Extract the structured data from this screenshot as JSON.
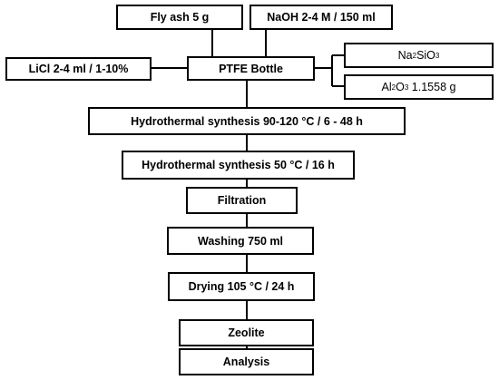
{
  "nodes": {
    "fly_ash": "Fly ash 5 g",
    "naoh": "NaOH 2-4 M / 150 ml",
    "licl": "LiCl 2-4 ml / 1-10%",
    "ptfe": "PTFE Bottle",
    "na2sio3": {
      "a": "Na",
      "s1": "2",
      "b": "SiO",
      "s2": "3"
    },
    "al2o3": {
      "a": "Al",
      "s1": "2",
      "b": "O",
      "s2": "3",
      "c": " 1.1558 g"
    },
    "hydro1": "Hydrothermal synthesis 90-120 °C / 6 - 48 h",
    "hydro2": "Hydrothermal synthesis 50 °C / 16 h",
    "filtration": "Filtration",
    "washing": "Washing 750 ml",
    "drying": "Drying 105 °C / 24 h",
    "zeolite": "Zeolite",
    "analysis": "Analysis"
  }
}
